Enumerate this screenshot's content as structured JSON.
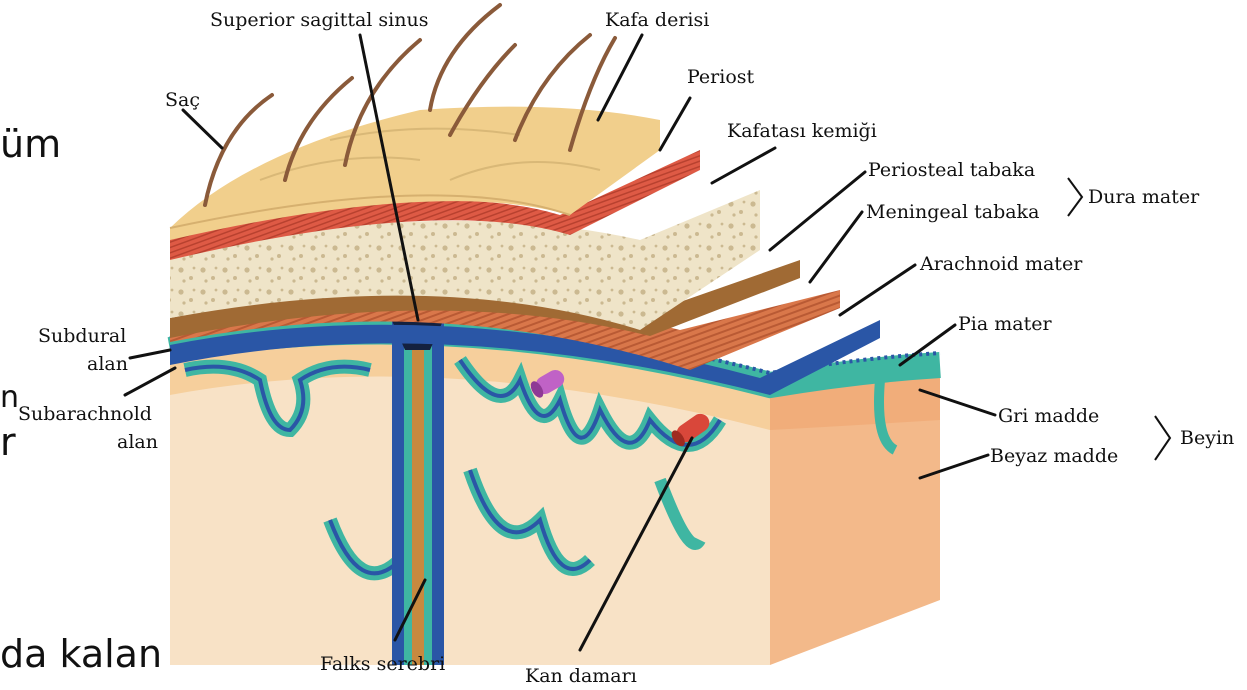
{
  "slide_fragments": [
    "üm",
    "n",
    "r",
    "da kalan"
  ],
  "labels": {
    "superior_sagittal_sinus": "Superior sagittal sinus",
    "kafa_derisi": "Kafa derisi",
    "sac": "Saç",
    "periost": "Periost",
    "kafatasi_kemigi": "Kafatası kemiği",
    "periosteal_tabaka": "Periosteal tabaka",
    "meningeal_tabaka": "Meningeal tabaka",
    "dura_mater": "Dura mater",
    "arachnoid_mater": "Arachnoid mater",
    "pia_mater": "Pia mater",
    "subdural_line1": "Subdural",
    "subdural_line2": "alan",
    "subarachnoid_line1": "Subarachnold",
    "subarachnoid_line2": "alan",
    "gri_madde": "Gri madde",
    "beyaz_madde": "Beyaz madde",
    "beyin": "Beyin",
    "falks_serebri": "Falks serebri",
    "kan_damari": "Kan damarı"
  },
  "colors": {
    "scalp": "#f1cf8c",
    "periost": "#de5a45",
    "bone": "#efe4c8",
    "bone_spots": "#cbb991",
    "dura_periosteal": "#a06a34",
    "dura_meningeal": "#d9774a",
    "arachnoid": "#2a56a6",
    "pia": "#3fb6a2",
    "gray_matter": "#f6cf9c",
    "white_matter": "#f8e2c6",
    "hair": "#8a5a3a",
    "falx": "#c7893f",
    "sinus": "#14213f",
    "vessel_red": "#d9473a",
    "vessel_purple": "#c062c6"
  }
}
